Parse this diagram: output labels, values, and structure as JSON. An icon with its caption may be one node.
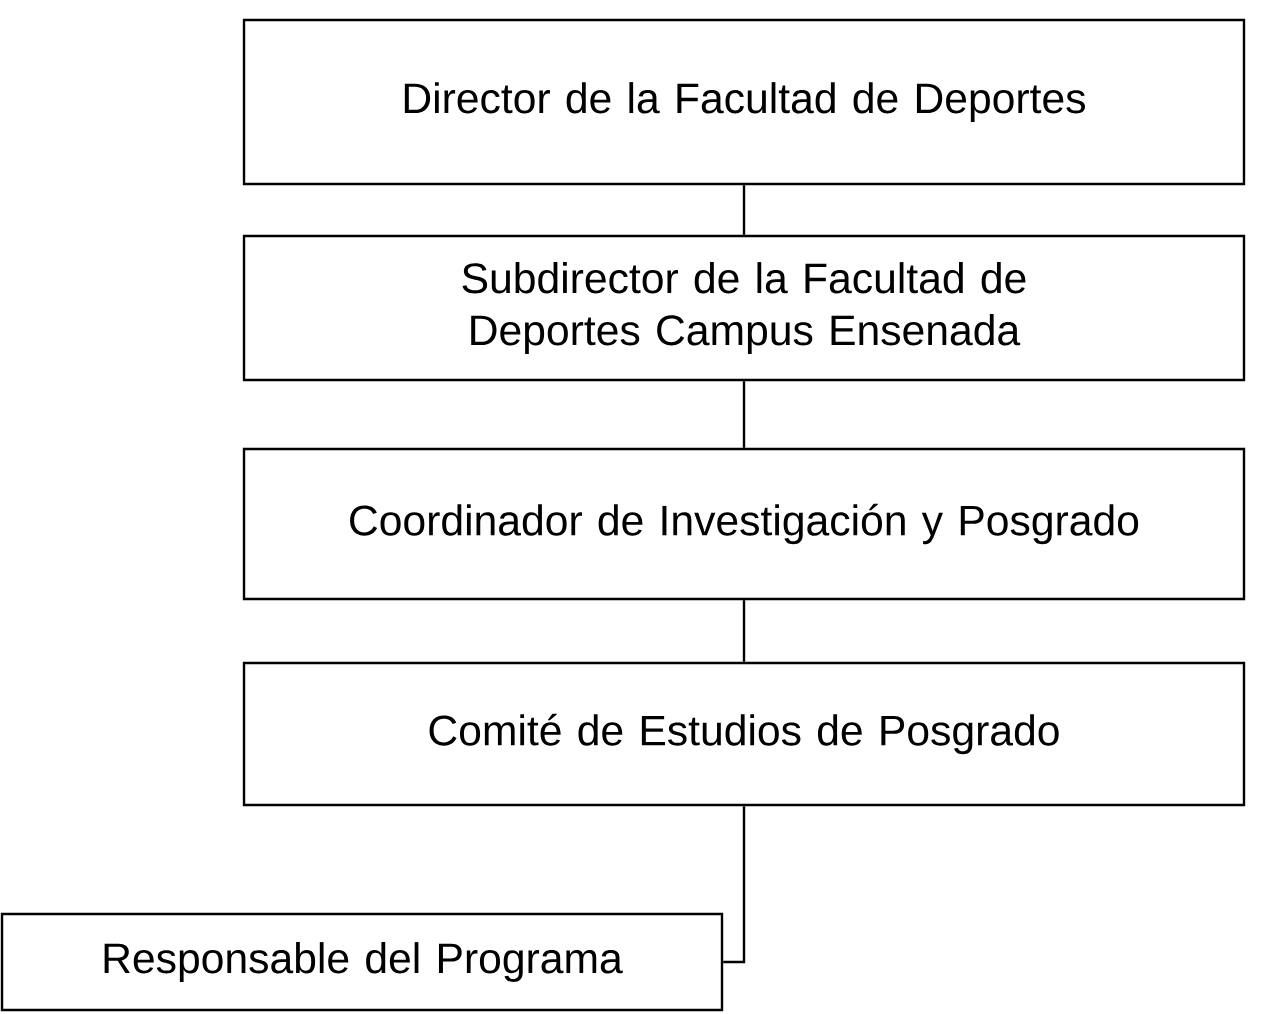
{
  "diagram": {
    "nodes": [
      {
        "text": [
          "Director de la Facultad de Deportes"
        ]
      },
      {
        "text": [
          "Subdirector de la Facultad de Deportes Campus Ensenada"
        ]
      },
      {
        "text": [
          "Coordinador de Investigación y Posgrado"
        ]
      },
      {
        "text": [
          "Comité de Estudios de Posgrado"
        ]
      },
      {
        "text": [
          "Responsable del Programa"
        ]
      }
    ],
    "edges": [
      {
        "from": 0,
        "to": 1,
        "arrow": "none"
      },
      {
        "from": 1,
        "to": 2,
        "arrow": "none"
      },
      {
        "from": 2,
        "to": 3,
        "arrow": "none"
      },
      {
        "from": 3,
        "to": 4,
        "arrow": "none"
      }
    ]
  }
}
